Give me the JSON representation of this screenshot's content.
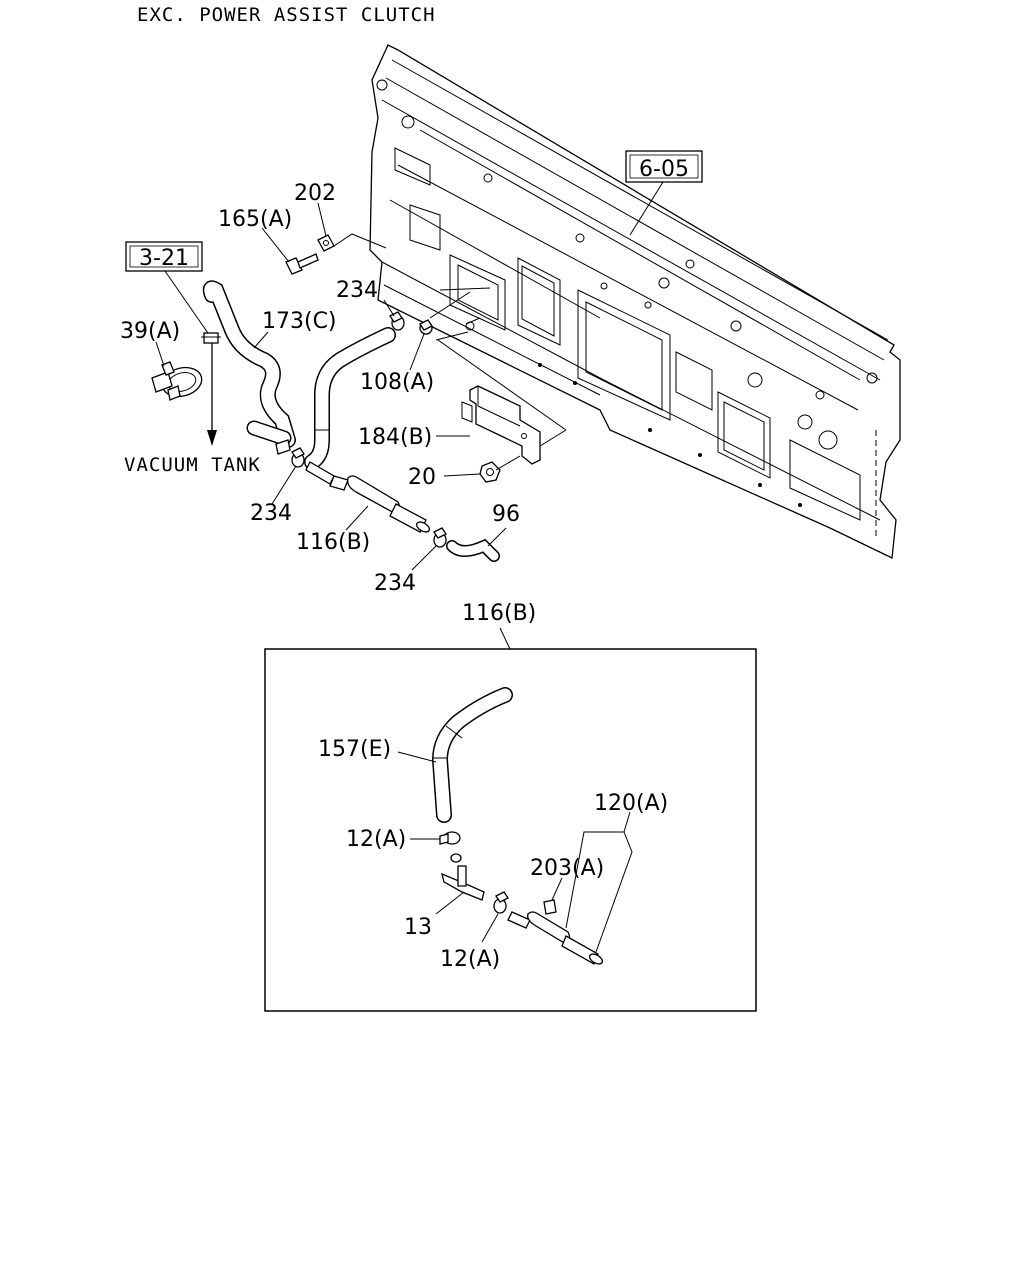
{
  "title": "EXC. POWER ASSIST CLUTCH",
  "labels": {
    "ref_605": "6-05",
    "ref_321": "3-21",
    "p202": "202",
    "p165a": "165(A)",
    "p234_top": "234",
    "p173c": "173(C)",
    "p39a": "39(A)",
    "p108a": "108(A)",
    "p184b": "184(B)",
    "p20": "20",
    "vacuum_tank": "VACUUM TANK",
    "p234_left": "234",
    "p116b": "116(B)",
    "p96": "96",
    "p234_bottom": "234",
    "detail_title": "116(B)",
    "p157e": "157(E)",
    "p12a_top": "12(A)",
    "p120a": "120(A)",
    "p203a": "203(A)",
    "p13": "13",
    "p12a_bottom": "12(A)"
  }
}
